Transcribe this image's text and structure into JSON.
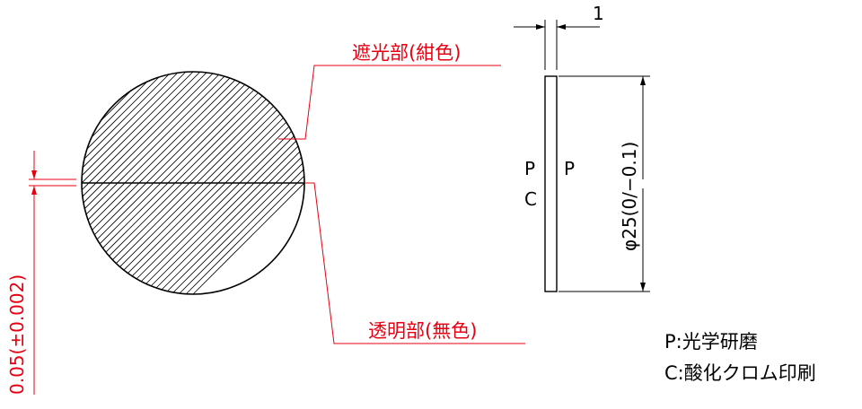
{
  "drawing": {
    "label_shading": "遮光部(紺色)",
    "label_clear": "透明部(無色)",
    "dim_line": "0.05(±0.002)",
    "dim_thickness": "1",
    "dim_diameter": "φ25(0/−0.1)",
    "face_left_top": "P",
    "face_left_bottom": "C",
    "face_right": "P"
  },
  "legend": {
    "p": "P:光学研磨",
    "c": "C:酸化クロム印刷"
  },
  "colors": {
    "line": "#000000",
    "leader": "#e60012",
    "text_red": "#e60012"
  }
}
